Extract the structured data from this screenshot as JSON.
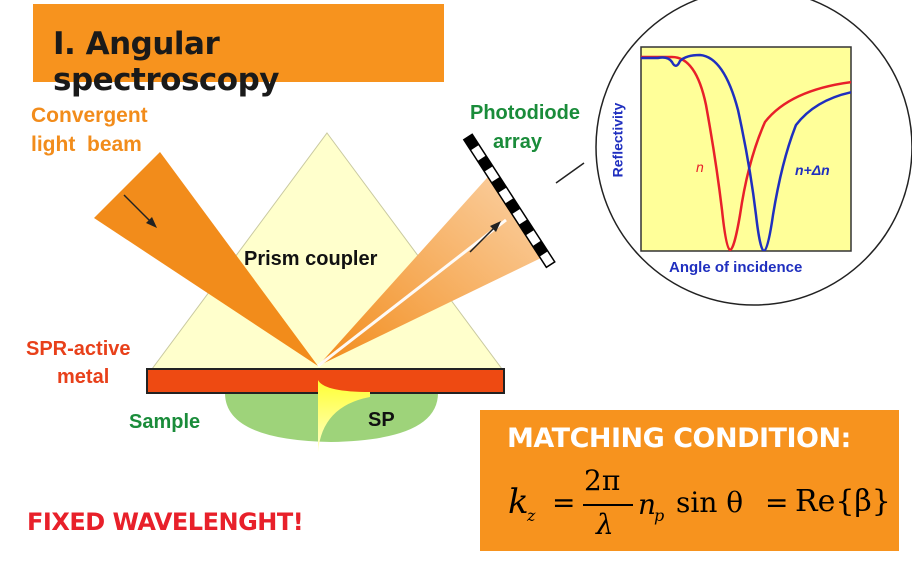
{
  "title": "I. Angular spectroscopy",
  "labels": {
    "light_beam_line1": "Convergent",
    "light_beam_line2": "light  beam",
    "photodiode_line1": "Photodiode",
    "photodiode_line2": "array",
    "prism": "Prism coupler",
    "metal_line1": "SPR-active",
    "metal_line2": "metal",
    "sample": "Sample",
    "sp": "SP",
    "fixed_wavelength": "FIXED WAVELENGHT!"
  },
  "inset": {
    "ylabel": "Reflectivity",
    "xlabel": "Angle of incidence",
    "curve1_label": "n",
    "curve2_label": "n+Δn",
    "curve1_color": "#e8202a",
    "curve2_color": "#1f2fbf",
    "plot_bg": "#ffff99"
  },
  "matching": {
    "title": "MATCHING CONDITION:",
    "k": "k",
    "k_sub": "z",
    "eq1": "=",
    "num": "2π",
    "den": "λ",
    "n": "n",
    "n_sub": "p",
    "sin": "sin θ",
    "eq2": "=",
    "re": "Re{β}"
  },
  "colors": {
    "orange": "#f7931e",
    "beam": "#f28c1b",
    "prism_fill": "#ffffcc",
    "metal": "#ee4a12",
    "sample": "#9ed37a",
    "green_text": "#1a8c3a",
    "orange_text": "#f28c1b",
    "red_text": "#e8202a"
  }
}
